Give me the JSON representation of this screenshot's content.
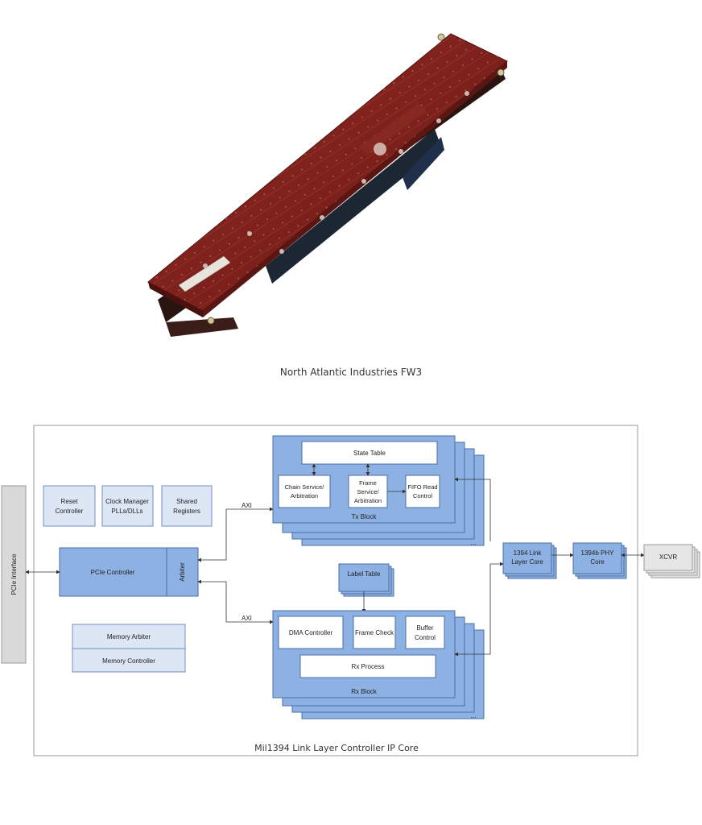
{
  "photo_caption": "North Atlantic Industries FW3",
  "diagram": {
    "title": "Mil1394 Link Layer Controller IP Core",
    "pcie_interface": "PCIe Interface",
    "reset_controller": [
      "Reset",
      "Controller"
    ],
    "clock_manager": [
      "Clock Manager",
      "PLLs/DLLs"
    ],
    "shared_registers": [
      "Shared",
      "Registers"
    ],
    "pcie_controller": "PCIe Controller",
    "arbiter": "Arbiter",
    "memory_arbiter": "Memory Arbiter",
    "memory_controller": "Memory Controller",
    "axi_top": "AXI",
    "axi_bottom": "AXI",
    "tx_block": {
      "label": "Tx Block",
      "state_table": "State Table",
      "chain_service": [
        "Chain Service/",
        "Arbitration"
      ],
      "frame_service": [
        "Frame",
        "Service/",
        "Arbitration"
      ],
      "fifo_read": [
        "FIFO Read",
        "Control"
      ],
      "ellipsis": "..."
    },
    "label_table": "Label Table",
    "rx_block": {
      "label": "Rx Block",
      "dma_controller": "DMA Controller",
      "frame_check": "Frame Check",
      "buffer_control": [
        "Buffer",
        "Control"
      ],
      "rx_process": "Rx Process",
      "ellipsis": "..."
    },
    "link_core": [
      "1394 Link",
      "Layer Core"
    ],
    "phy_core": [
      "1394b PHY",
      "Core"
    ],
    "xcvr": "XCVR"
  },
  "colors": {
    "block_blue": "#8eb1e3",
    "light_blue": "#dce6f4",
    "board_red": "#7a1e1a",
    "gray_panel": "#d9d9d9"
  }
}
